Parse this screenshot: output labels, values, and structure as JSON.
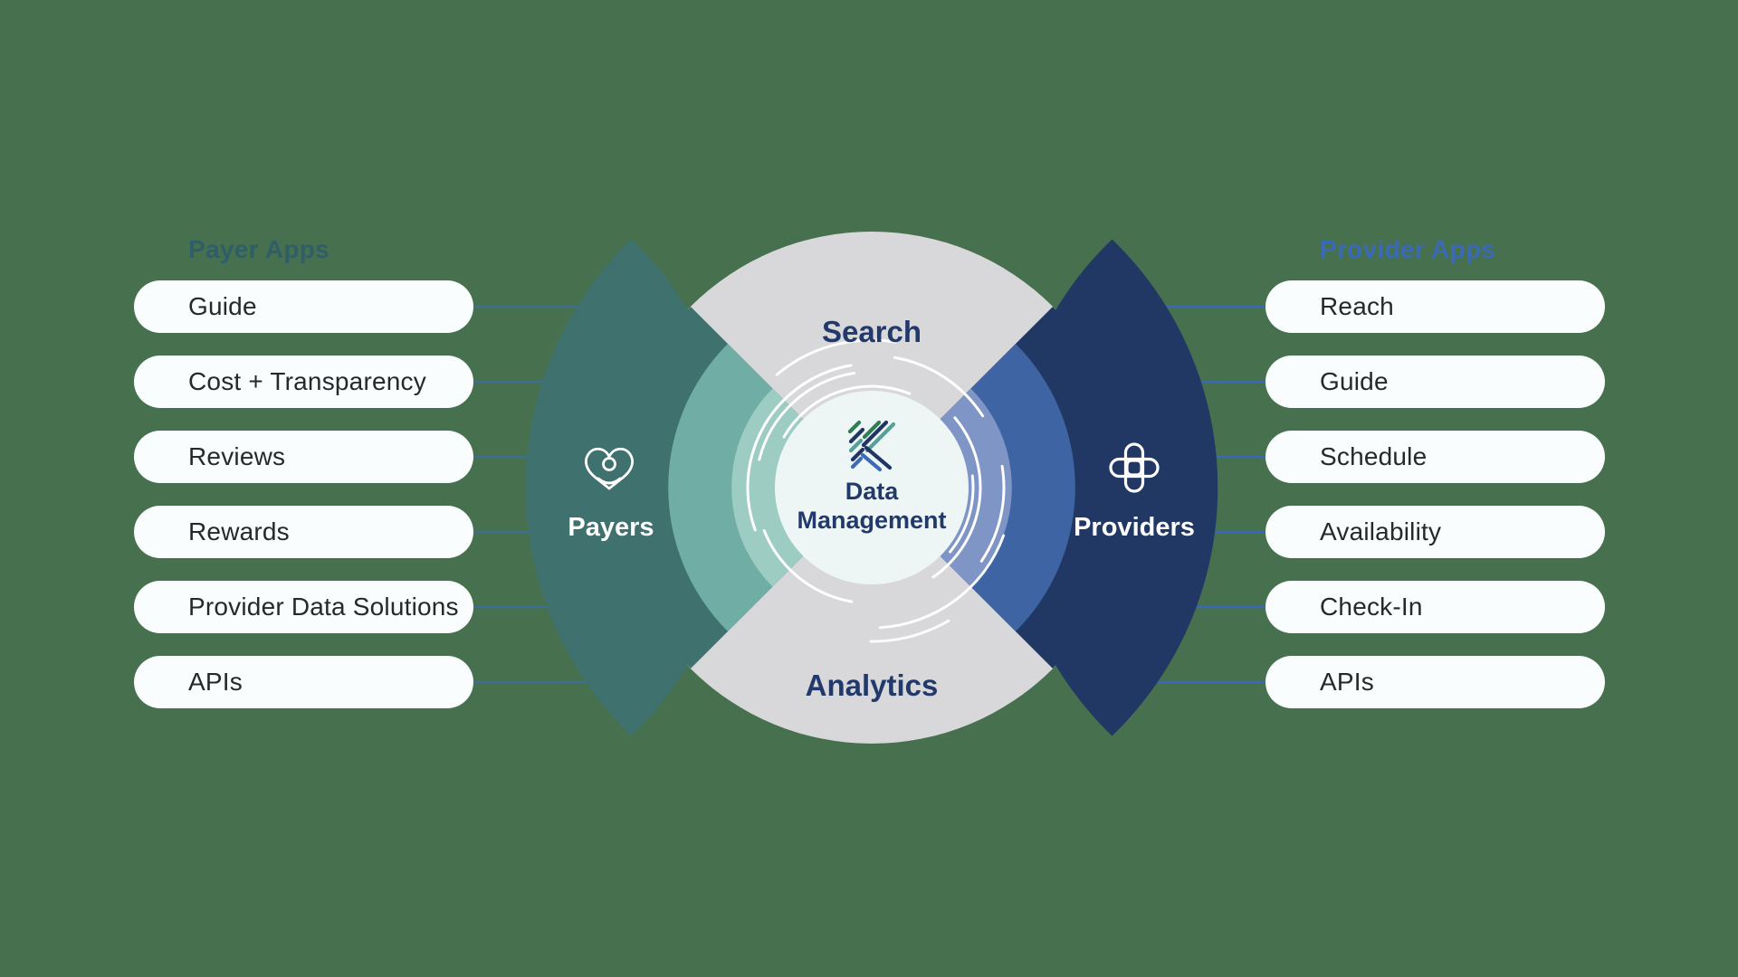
{
  "background_color": "#47714E",
  "payer_apps": {
    "heading": "Payer Apps",
    "items": [
      "Guide",
      "Cost + Transparency",
      "Reviews",
      "Rewards",
      "Provider Data Solutions",
      "APIs"
    ]
  },
  "provider_apps": {
    "heading": "Provider Apps",
    "items": [
      "Reach",
      "Guide",
      "Schedule",
      "Availability",
      "Check-In",
      "APIs"
    ]
  },
  "diagram": {
    "top_label": "Search",
    "bottom_label": "Analytics",
    "left_label": "Payers",
    "right_label": "Providers",
    "center_label_line1": "Data",
    "center_label_line2": "Management",
    "icons": {
      "left": "heart-person-icon",
      "right": "medical-cross-icon",
      "center": "kyruus-k-logo"
    },
    "colors": {
      "background": "#47714E",
      "gray_sector": "#D8D7D9",
      "teal_dark": "#3F716F",
      "teal_medium": "#70ADA5",
      "teal_light": "#9CCCC2",
      "navy_dark": "#213864",
      "blue_medium": "#3F64A3",
      "blue_light": "#7E95C6",
      "inner_circle": "#EEF5F5",
      "navy_text": "#223A6B",
      "pill_background": "#FAFDFD",
      "pill_text": "#26292B",
      "payer_heading_text": "#2F5D68",
      "provider_heading_text": "#3A6AB5",
      "connector_left": "#3E6E95",
      "connector_right": "#3A67B8"
    }
  }
}
